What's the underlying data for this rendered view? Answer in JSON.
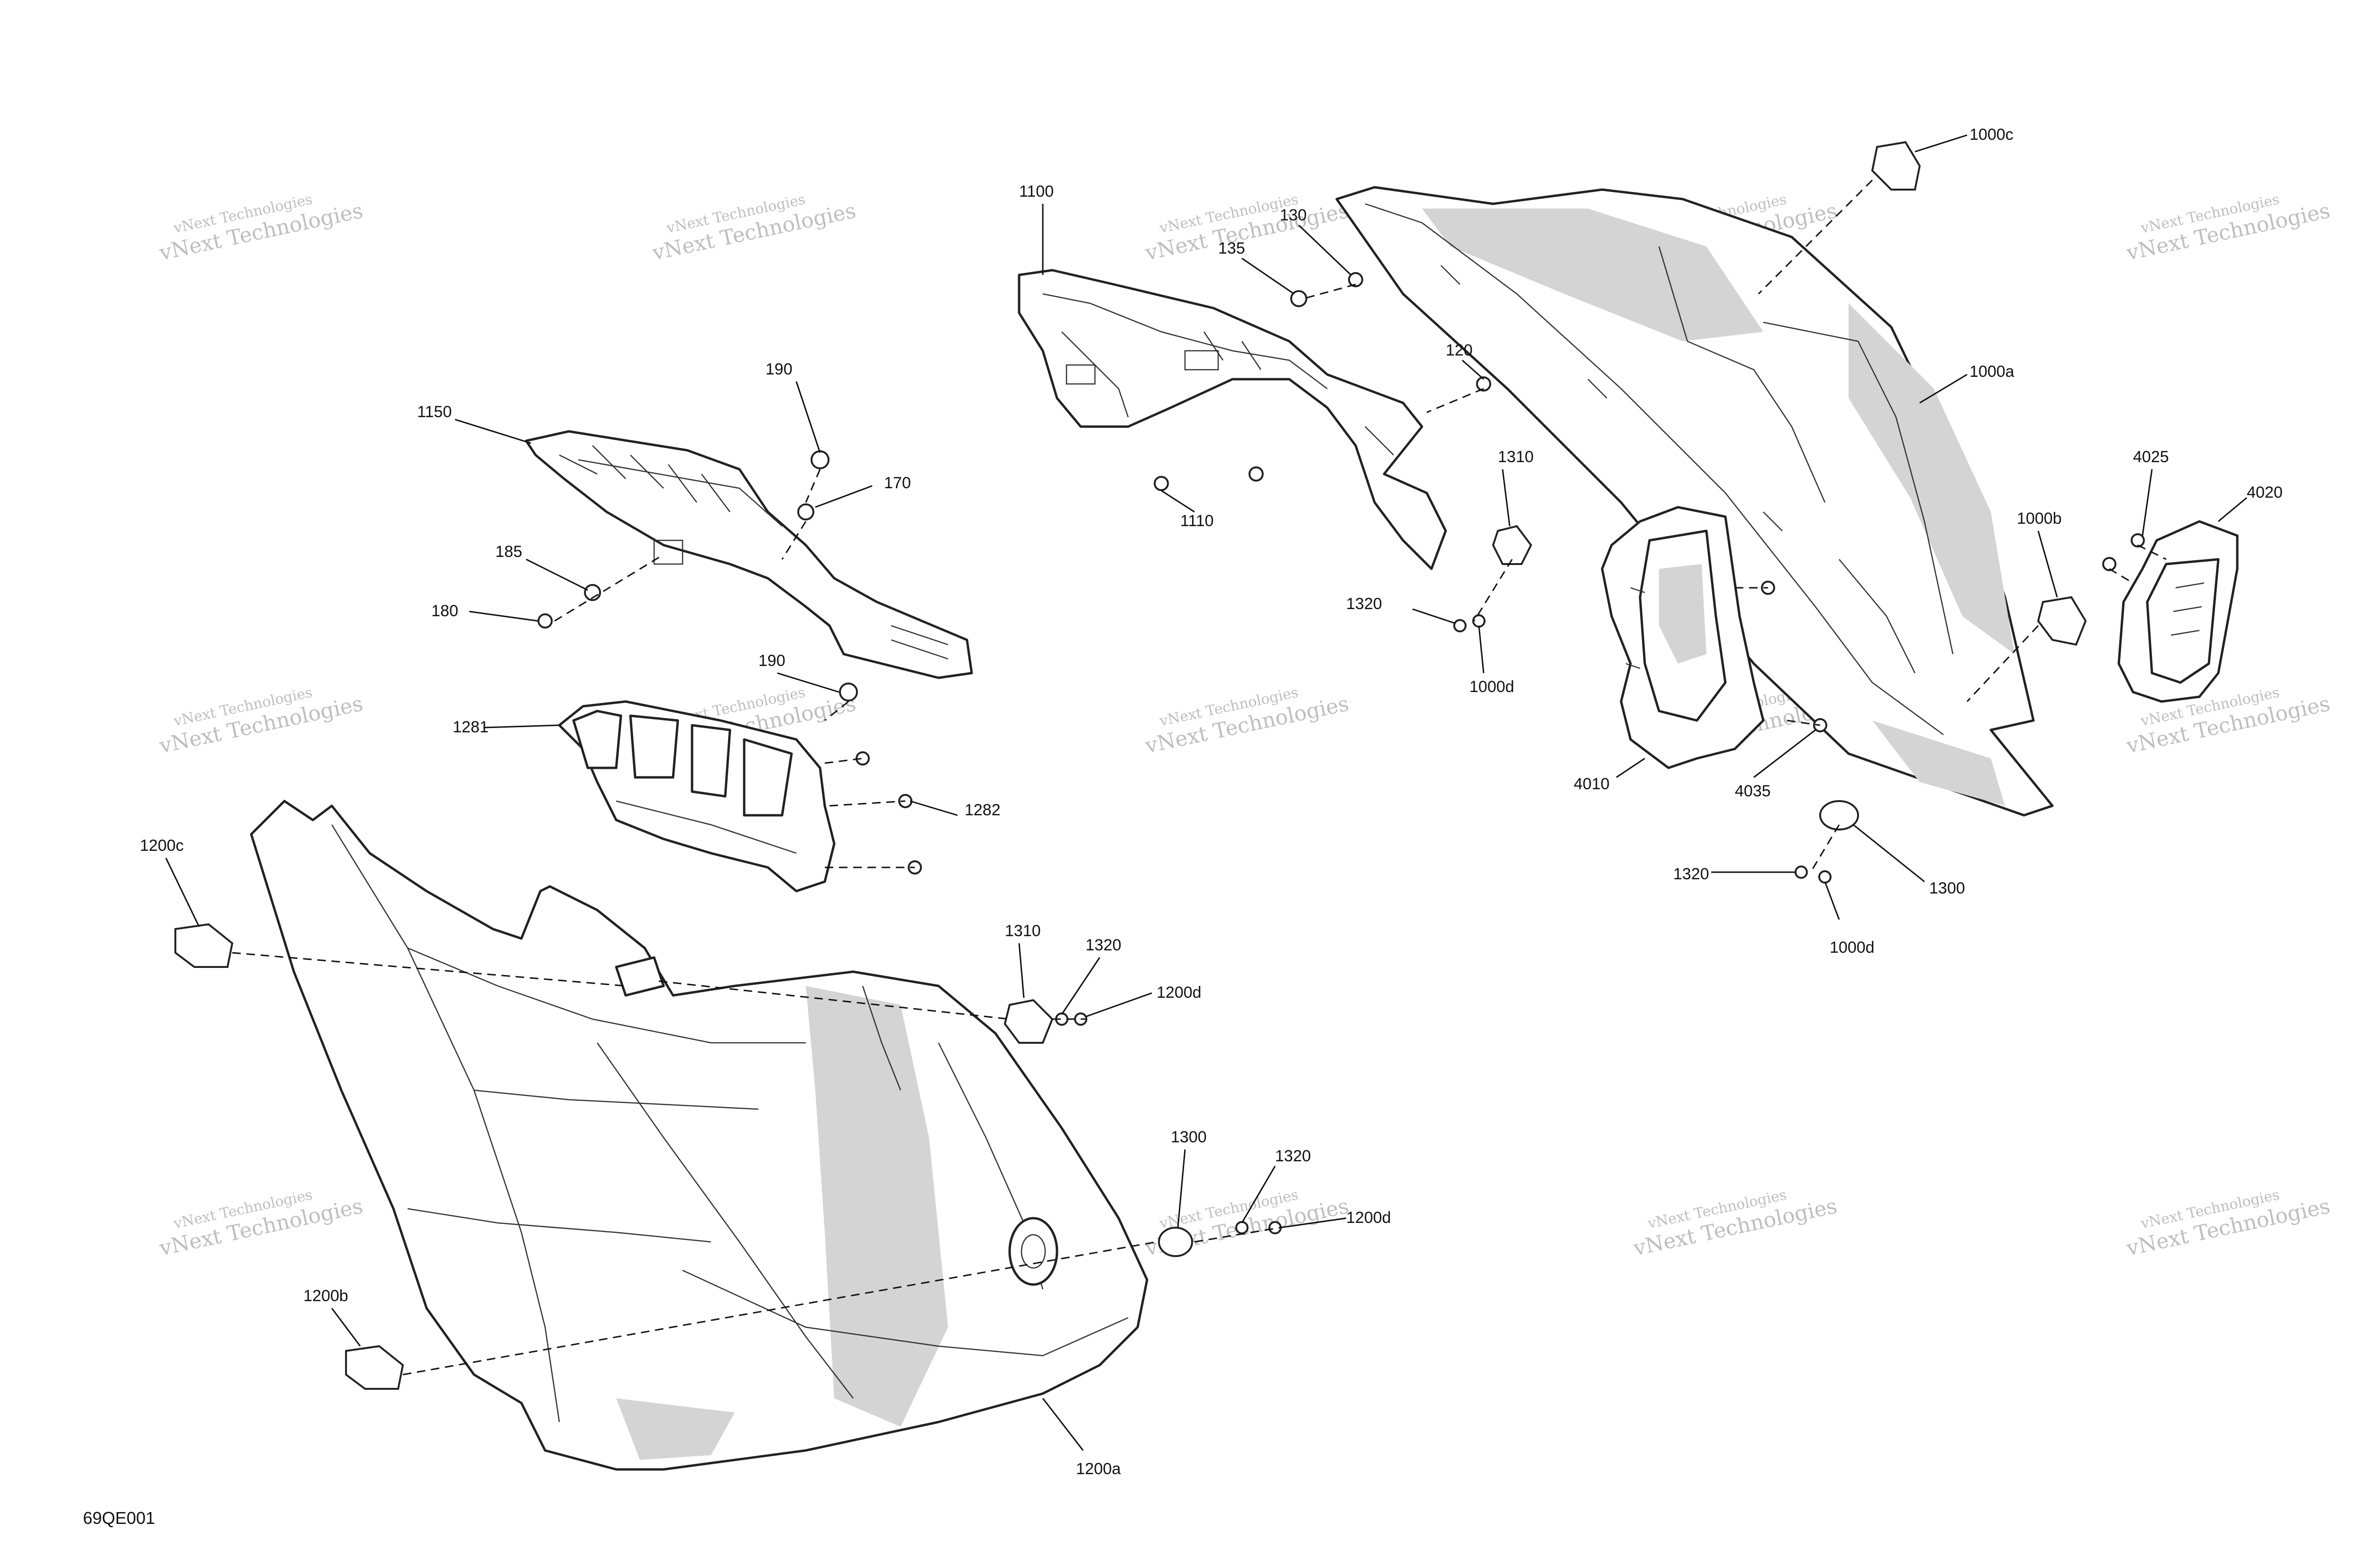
{
  "diagram": {
    "figure_code": "69QE001",
    "watermark": {
      "line1": "vNext Technologies",
      "line2": "vNext Technologies"
    },
    "callouts": {
      "c1000a": "1000a",
      "c1000b": "1000b",
      "c1000c": "1000c",
      "c1000d_a": "1000d",
      "c1000d_b": "1000d",
      "c1100": "1100",
      "c1110": "1110",
      "c120": "120",
      "c130": "130",
      "c135": "135",
      "c1150": "1150",
      "c170": "170",
      "c180": "180",
      "c185": "185",
      "c190_a": "190",
      "c190_b": "190",
      "c1200a": "1200a",
      "c1200b": "1200b",
      "c1200c": "1200c",
      "c1200d_a": "1200d",
      "c1200d_b": "1200d",
      "c1281": "1281",
      "c1282": "1282",
      "c1300_a": "1300",
      "c1300_b": "1300",
      "c1310_a": "1310",
      "c1310_b": "1310",
      "c1320_a": "1320",
      "c1320_b": "1320",
      "c1320_c": "1320",
      "c1320_d": "1320",
      "c4010": "4010",
      "c4020": "4020",
      "c4025": "4025",
      "c4035": "4035"
    }
  }
}
